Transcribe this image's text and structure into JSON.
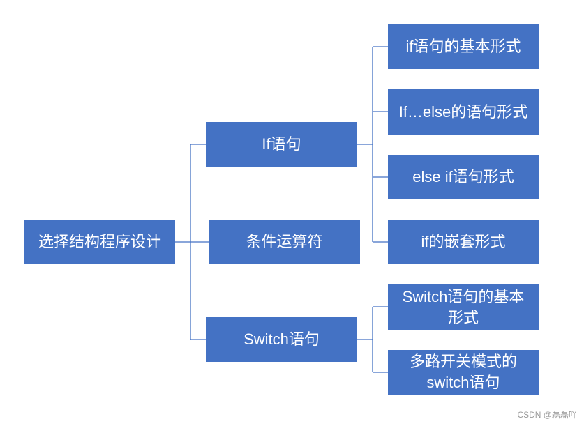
{
  "diagram": {
    "root": "选择结构程序设计",
    "branches": [
      {
        "label": "If语句",
        "children": [
          "if语句的基本形式",
          "If…else的语句形式",
          "else if语句形式",
          "if的嵌套形式"
        ]
      },
      {
        "label": "条件运算符",
        "children": []
      },
      {
        "label": "Switch语句",
        "children": [
          "Switch语句的基本形式",
          "多路开关模式的switch语句"
        ]
      }
    ],
    "display_lines": {
      "l5": [
        "Switch语句的基本",
        "形式"
      ],
      "l6": [
        "多路开关模式的",
        "switch语句"
      ]
    }
  },
  "watermark": "CSDN @磊磊吖",
  "colors": {
    "node_fill": "#4472c4",
    "node_text": "#ffffff",
    "connector": "#4472c4"
  }
}
